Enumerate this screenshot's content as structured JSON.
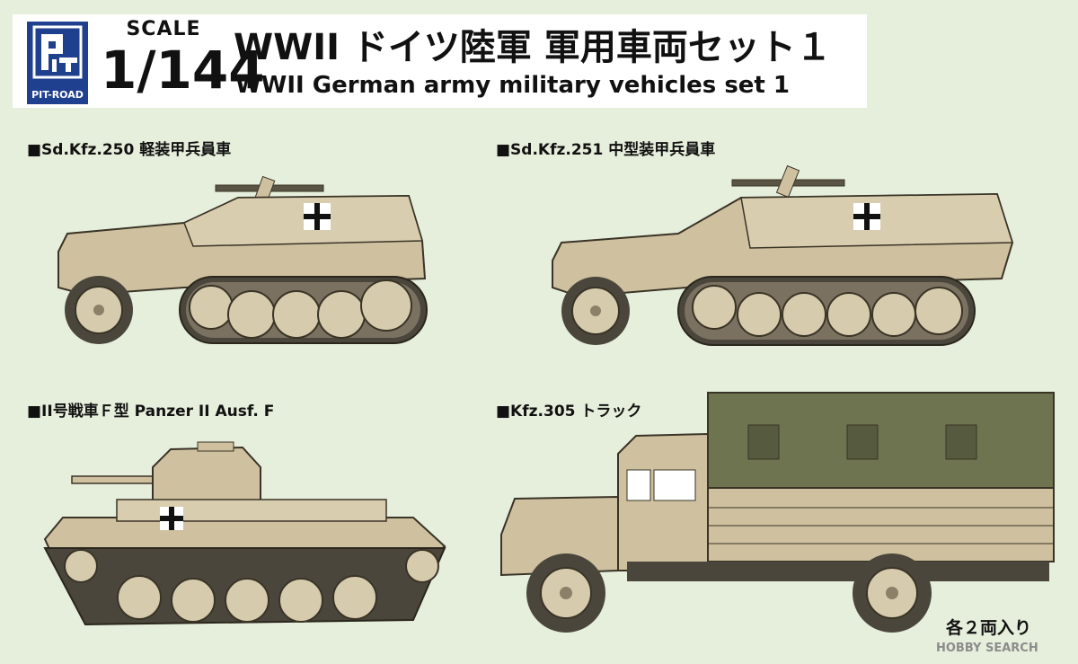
{
  "header": {
    "logo_text": "PIT-ROAD",
    "scale_label": "SCALE",
    "scale_value": "1/144",
    "title_jp": "WWII ドイツ陸軍 軍用車両セット１",
    "title_en": "WWII German army military vehicles set 1"
  },
  "vehicles": [
    {
      "label": "■Sd.Kfz.250 軽装甲兵員車"
    },
    {
      "label": "■Sd.Kfz.251 中型装甲兵員車"
    },
    {
      "label": "■II号戦車Ｆ型 Panzer II Ausf. F"
    },
    {
      "label": "■Kfz.305 トラック"
    }
  ],
  "footnote": "各２両入り",
  "watermark": "HOBBY SEARCH",
  "colors": {
    "background": "#e6efdc",
    "vehicle_body": "#cfc1a0",
    "vehicle_shadow": "#a8997a",
    "outline": "#3a3426",
    "track": "#4a463c",
    "canvas_tarp": "#6e7350",
    "logo_blue": "#1f3f8f"
  }
}
